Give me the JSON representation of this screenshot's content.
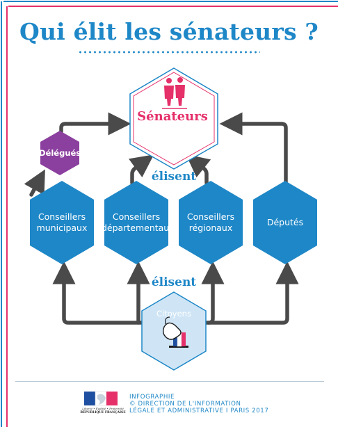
{
  "title": "Qui élit les sénateurs ?",
  "nodes": {
    "senateurs": "Sénateurs",
    "delegues": "Délégués",
    "conseillers_municipaux": [
      "Conseillers",
      "municipaux"
    ],
    "conseillers_departementaux": [
      "Conseillers",
      "départementaux"
    ],
    "conseillers_regionaux": [
      "Conseillers",
      "régionaux"
    ],
    "deputes": "Députés",
    "citoyens": "Citoyens"
  },
  "verbs": {
    "upper": "élisent",
    "lower": "élisent"
  },
  "footer": {
    "logo_motto": "Liberté • Égalité • Fraternité",
    "logo_name": "RÉPUBLIQUE FRANÇAISE",
    "credit_lines": [
      "INFOGRAPHIE",
      "© DIRECTION DE L'INFORMATION",
      "LÉGALE ET ADMINISTRATIVE I PARIS 2017"
    ]
  },
  "colors": {
    "blue": "#1e87c7",
    "purple": "#8b3f9e",
    "pink": "#e5306a",
    "light_blue": "#cfe5f5",
    "arrow": "#4a4a4a",
    "border_blue": "#1e87c7",
    "border_pink": "#e5306a"
  }
}
